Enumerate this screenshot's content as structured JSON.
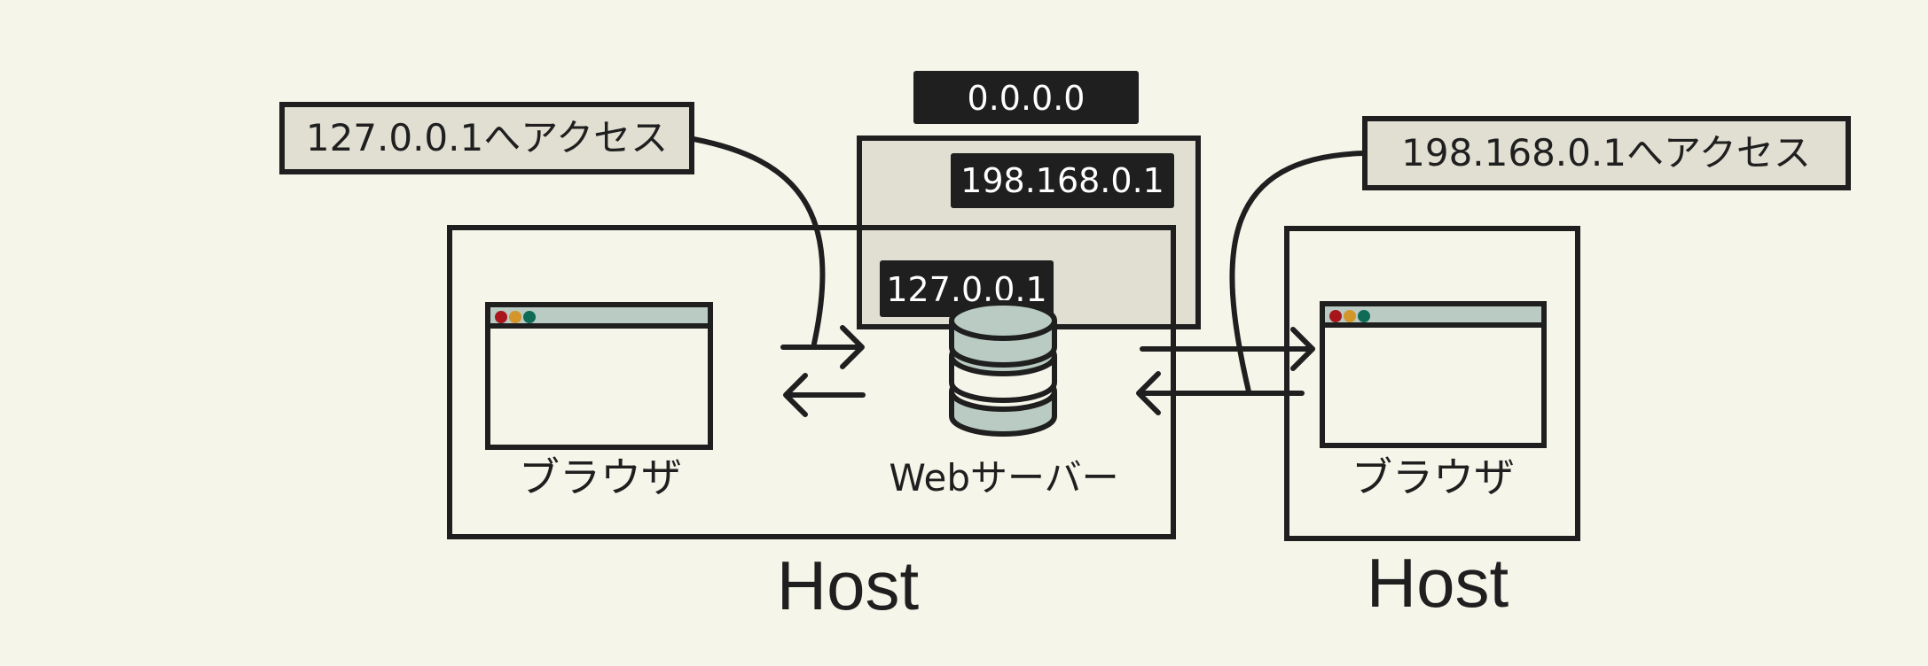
{
  "colors": {
    "background": "#f6f5e9",
    "ink": "#1f1f1f",
    "panel": "#e0dfd2",
    "titlebar": "#b9cbc2",
    "db_fill": "#b9cbc2",
    "dot_red": "#a8161c",
    "dot_orange": "#d4952a",
    "dot_green": "#0f6b56"
  },
  "labels": {
    "left_access": "127.0.0.1へアクセス",
    "right_access": "198.168.0.1へアクセス"
  },
  "tags": {
    "all_interfaces": "0.0.0.0",
    "lan_ip": "198.168.0.1",
    "loopback_ip": "127.0.0.1"
  },
  "captions": {
    "left_browser": "ブラウザ",
    "right_browser": "ブラウザ",
    "web_server": "Webサーバー"
  },
  "hosts": {
    "left": "Host",
    "right": "Host"
  },
  "icons": {
    "browser": "browser-window-icon",
    "server": "database-server-icon",
    "arrow": "arrow-icon"
  }
}
